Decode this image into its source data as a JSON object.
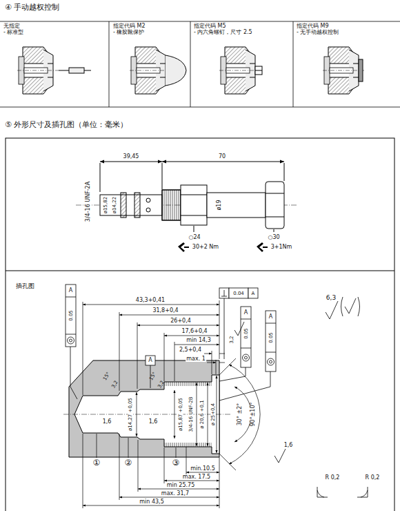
{
  "diagram": {
    "labels": [
      "④ 手动越权控制",
      "无指定",
      "- 标准型",
      "指定代码 M2",
      "- 橡胶靴保护",
      "指定代码 M5",
      "- 内六角螺钉，尺寸 2.5",
      "指定代码 M9",
      "- 无手动越权控制",
      "⑤ 外形尺寸及插孔图（单位：毫米）",
      "39,45",
      "70",
      "3/4-16 UNF-2A",
      "ø15,82",
      "ø14,22",
      "ø19",
      "○24",
      "30+2 Nm",
      "○30",
      "3+1Nm",
      "插孔图",
      "43,3+0,41",
      "31,8+0,4",
      "26+0,4",
      "17,6+0,4",
      "min 14,3",
      "2,5+0,4",
      "max. 1",
      "3,2",
      "0.04",
      "A",
      "A",
      "0.05",
      "A",
      "A",
      "0.05",
      "A",
      "0.05",
      "6,3",
      "15°",
      "3,2",
      "15°",
      "3,2",
      "1,6",
      "ø14,27 +0,05",
      "1,6",
      "ø15,87 +0,05",
      "3/4-16 UNF-2B",
      "ø 20,6 +0,1",
      "ø 25+0,4",
      "30° ±2°",
      "90°±10°",
      "1,6",
      "①",
      "②",
      "③",
      "min.10.5",
      "max. 17.5",
      "min 25.75",
      "max. 31,7",
      "min 43,5",
      "R 0,2",
      "R 0,2"
    ]
  }
}
